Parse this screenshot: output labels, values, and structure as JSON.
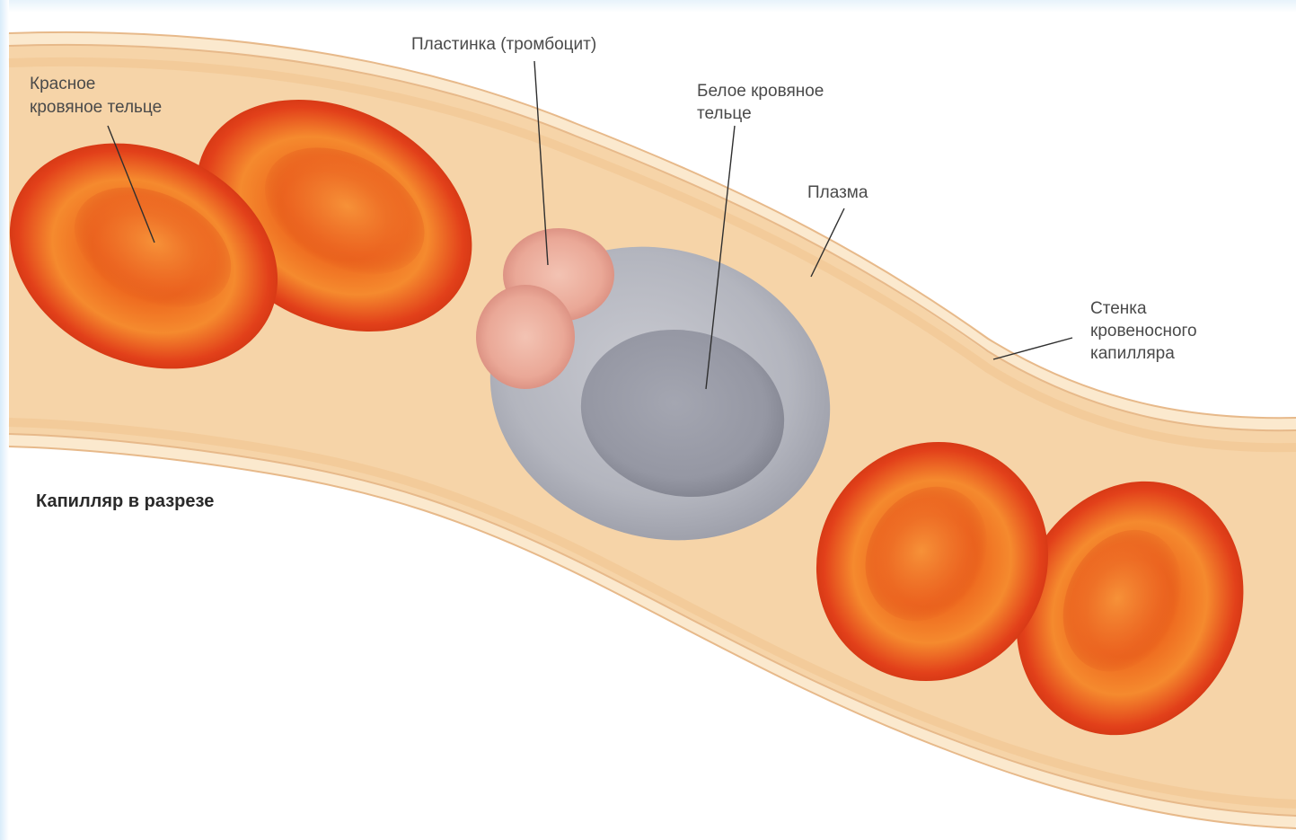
{
  "labels": {
    "red_cell_line1": "Красное",
    "red_cell_line2": "кровяное тельце",
    "platelet": "Пластинка (тромбоцит)",
    "white_cell_line1": "Белое кровяное",
    "white_cell_line2": "тельце",
    "plasma": "Плазма",
    "wall_line1": "Стенка",
    "wall_line2": "кровеносного",
    "wall_line3": "капилляра",
    "caption": "Капилляр в разрезе"
  },
  "colors": {
    "plasma": "#f6d3a7",
    "wall": "#fbe8cc",
    "red_cell": "#e8451c",
    "white_cell": "#a9abb4",
    "platelet": "#eba99e"
  }
}
